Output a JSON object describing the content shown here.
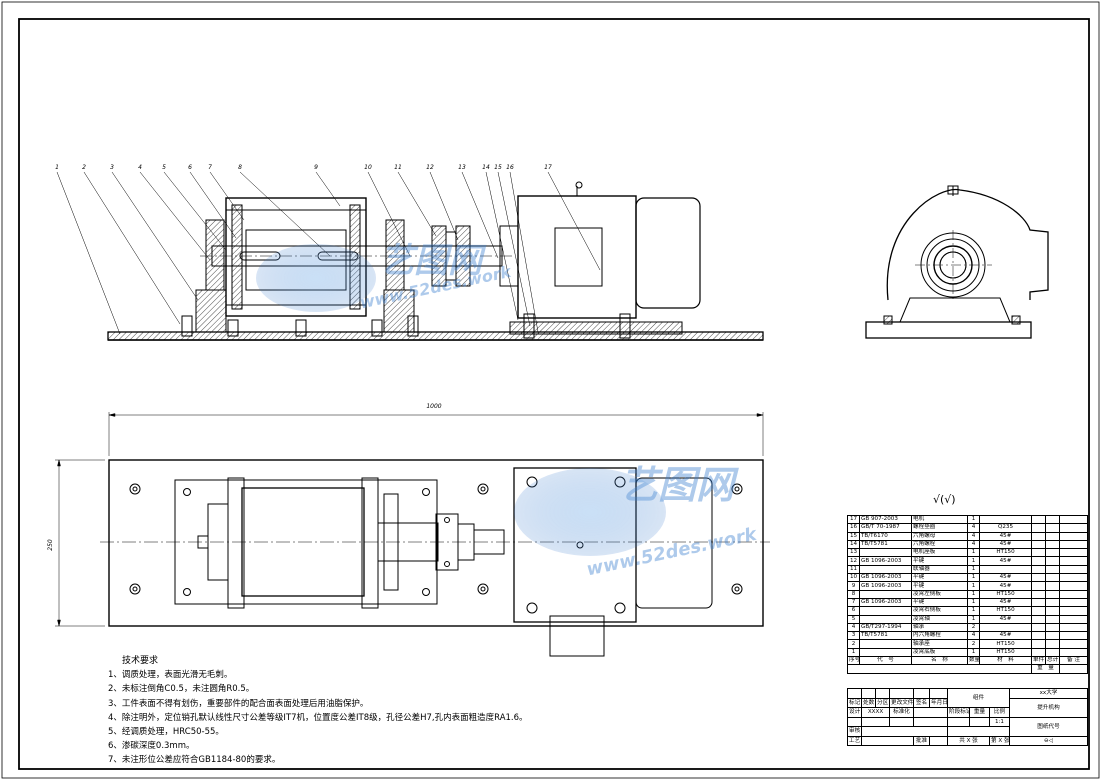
{
  "balloons": [
    "1",
    "2",
    "3",
    "4",
    "5",
    "6",
    "7",
    "8",
    "9",
    "10",
    "11",
    "12",
    "13",
    "14",
    "15",
    "16",
    "17"
  ],
  "dimensions": {
    "length": "1000",
    "width": "250"
  },
  "roughness": "√(√)",
  "watermark": {
    "brand": "艺图网",
    "url": "www.52des.work"
  },
  "notes": {
    "title": "技术要求",
    "lines": [
      "1、调质处理，表面光滑无毛刺。",
      "2、未标注倒角C0.5，未注圆角R0.5。",
      "3、工件表面不得有划伤，重要部件的配合面表面处理后用油脂保护。",
      "4、除注明外，定位销孔默认线性尺寸公差等级IT7机，位置度公差IT8级，孔径公差H7,孔内表面粗造度RA1.6。",
      "5、经调质处理，HRC50-55。",
      "6、渗碳深度0.3mm。",
      "7、未注形位公差应符合GB1184-80的要求。"
    ]
  },
  "parts_list": [
    [
      "17",
      "GB 907-2003",
      "电机",
      "1",
      ""
    ],
    [
      "16",
      "GB/T 70-1987",
      "螺栓垫圈",
      "4",
      "Q235"
    ],
    [
      "15",
      "TB/T6170",
      "六角螺母",
      "4",
      "45#"
    ],
    [
      "14",
      "TB/T5781",
      "六角螺栓",
      "4",
      "45#"
    ],
    [
      "13",
      "",
      "电机座板",
      "1",
      "HT150"
    ],
    [
      "12",
      "GB 1096-2003",
      "平键",
      "1",
      "45#"
    ],
    [
      "11",
      "",
      "联轴器",
      "1",
      ""
    ],
    [
      "10",
      "GB 1096-2003",
      "平键",
      "1",
      "45#"
    ],
    [
      "9",
      "GB 1096-2003",
      "平键",
      "1",
      "45#"
    ],
    [
      "8",
      "",
      "凌霄左侧板",
      "1",
      "HT150"
    ],
    [
      "7",
      "GB 1096-2003",
      "平键",
      "1",
      "45#"
    ],
    [
      "6",
      "",
      "凌霄右侧板",
      "1",
      "HT150"
    ],
    [
      "5",
      "",
      "凌霄轴",
      "1",
      "45#"
    ],
    [
      "4",
      "GB/T297-1994",
      "轴承",
      "2",
      ""
    ],
    [
      "3",
      "TB/T5781",
      "内六角螺栓",
      "4",
      "45#"
    ],
    [
      "2",
      "",
      "轴承座",
      "2",
      "HT150"
    ],
    [
      "1",
      "",
      "凌霄底板",
      "1",
      "HT150"
    ]
  ],
  "parts_header": [
    "序号",
    "代　号",
    "名　称",
    "数量",
    "材　料",
    "单件",
    "总计",
    "重　量",
    "备 注"
  ],
  "title_block": {
    "school": "xx大学",
    "assembly": "组件",
    "drawing_name": "提升机构",
    "stage": "阶段标记",
    "weight": "重量",
    "scale_label": "比例",
    "scale": "1:1",
    "mark_labels": [
      "标记",
      "处数",
      "分区",
      "更改文件号",
      "签名",
      "年月日"
    ],
    "design": "设计",
    "designer": "XXXX",
    "standard": "标准化",
    "check": "审核",
    "craft": "工艺",
    "approve": "批准",
    "sheets": "共 X 张",
    "sheet_no": "第 X 张",
    "drawing_no": "图纸代号"
  }
}
